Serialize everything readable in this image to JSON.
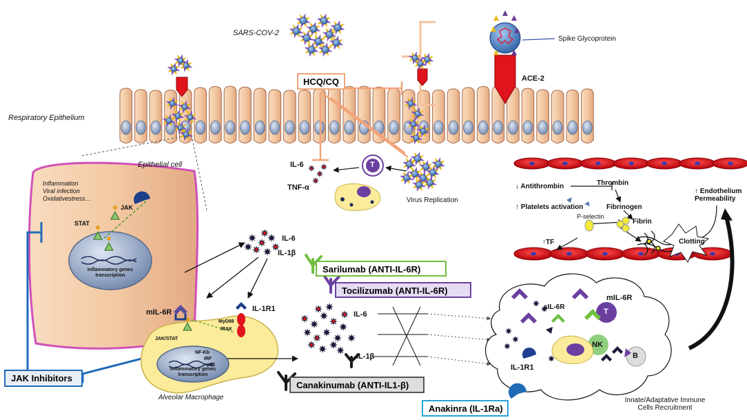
{
  "labels": {
    "sars": "SARS-COV-2",
    "spike": "Spike Glycoprotein",
    "ace2": "ACE-2",
    "hcq": "HCQ/CQ",
    "resp_epi": "Respiratory Epithelium",
    "epi_cell": "Epithelial cell",
    "inflammation": "Inflammation",
    "viral": "Viral infection",
    "oxid": "Oxidativestress…",
    "jak": "JAK",
    "stat": "STAT",
    "nucleus_epi": "Inflammatory genes transcription",
    "il6_top": "IL-6",
    "tnf": "TNF-α",
    "t_top": "T",
    "virus_rep": "Virus Replication",
    "il6_mid": "IL-6",
    "il1b_mid": "IL-1β",
    "mil6r_left": "mIL-6R",
    "il1r1_left": "IL-1R1",
    "myd88": "MyD88",
    "irak": "IRAK",
    "jakstat": "JAK/STAT",
    "nfkb": "NF-Kb",
    "irf": "IRF",
    "p38": "p38",
    "nucleus_mac": "Inflammatory genes transcription",
    "alv_mac": "Alveolar Macrophage",
    "il6_cl": "IL-6",
    "il1b_cl": "IL-1β",
    "antithrombin": "↓ Antithrombin",
    "thrombin": "Thrombin",
    "fibrinogen": "Fibrinogen",
    "fibrin": "Fibrin",
    "platelets": "↑ Platelets activation",
    "pselectin": "P-selectin",
    "tf": "↑TF",
    "clotting": "Clotting",
    "endo": "↑ Endothelium Permeability",
    "mil6r_right": "mIL-6R",
    "sil6r": "sIL-6R",
    "t_right": "T",
    "nk": "NK",
    "b": "B",
    "il1r1_right": "IL-1R1",
    "recruit": "Innate/Adaptative Immune Cells Recruitment"
  },
  "drugs": {
    "sarilumab": "Sarilumab (ANTI-IL-6R)",
    "tocilizumab": "Tocilizumab (ANTI-IL-6R)",
    "canakinumab": "Canakinumab (ANTI-IL1-β)",
    "anakinra": "Anakinra (IL-1Ra)",
    "jak_inhib": "JAK Inhibitors"
  },
  "colors": {
    "cell_fill": "#f6d3b1",
    "nucleus": "#8ea4c4",
    "hcq": "#f2a57a",
    "jak_blue": "#1f6bb8",
    "sarilumab": "#6fbf3f",
    "tocilizumab": "#6b3fa0",
    "anakinra": "#27a3d9",
    "rbc": "#e0141c",
    "macrophage": "#fbeb9a"
  }
}
